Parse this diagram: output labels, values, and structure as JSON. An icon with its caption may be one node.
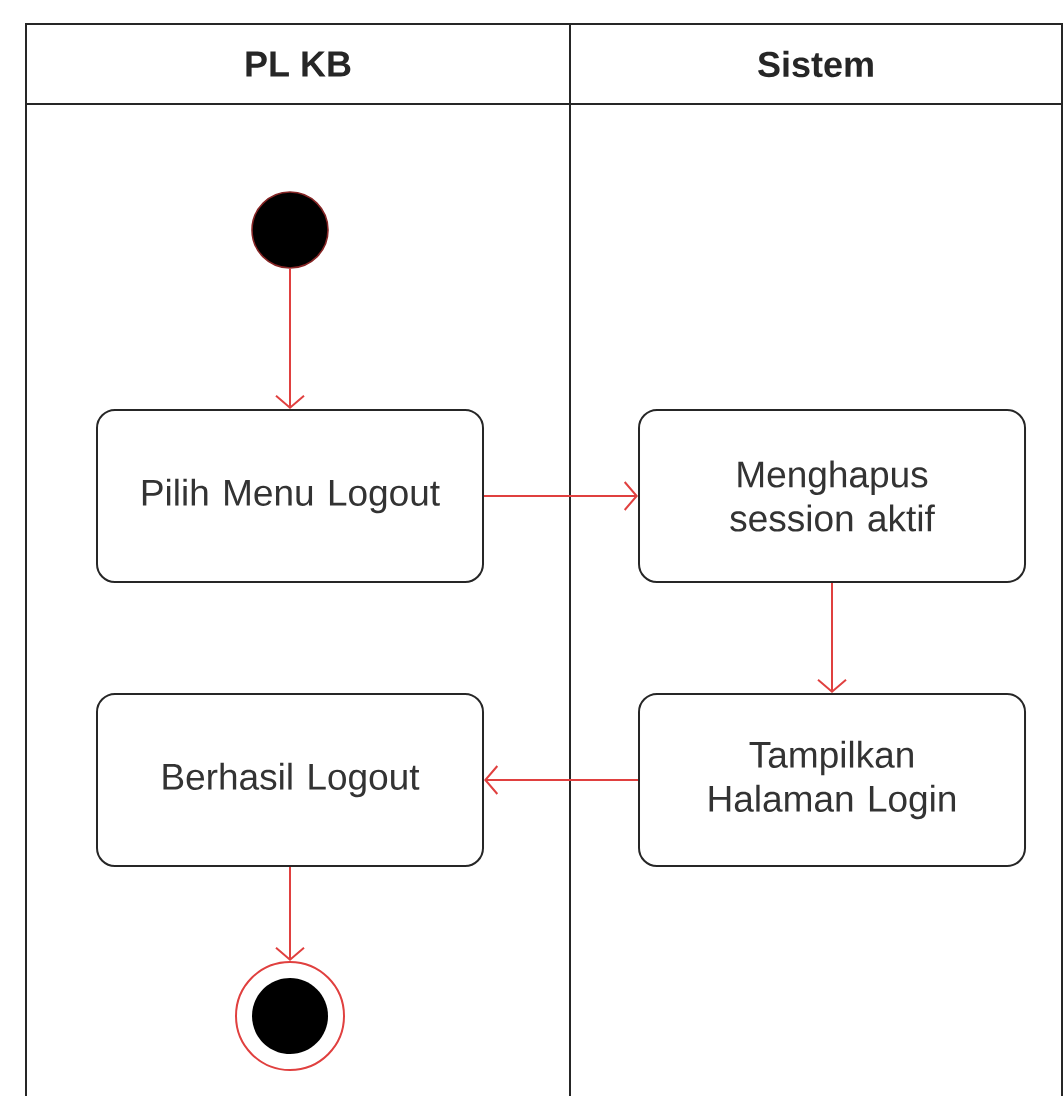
{
  "diagram": {
    "nodes": [
      {
        "text": [
          "PL KB"
        ]
      },
      {
        "text": [
          "Sistem"
        ]
      },
      {
        "text": [],
        "shape": "circle",
        "in": 0
      },
      {
        "text": [
          "Pilih Menu Logout"
        ],
        "in": 0
      },
      {
        "text": [
          "Menghapus session aktif"
        ],
        "in": 1
      },
      {
        "text": [
          "Tampilkan Halaman Login"
        ],
        "in": 1
      },
      {
        "text": [
          "Berhasil Logout"
        ],
        "in": 0
      },
      {
        "text": [],
        "shape": "bullseye",
        "in": 0
      }
    ],
    "edges": [
      {
        "from": 2,
        "to": 3,
        "arrow": "to"
      },
      {
        "from": 3,
        "to": 4,
        "arrow": "to"
      },
      {
        "from": 4,
        "to": 5,
        "arrow": "to"
      },
      {
        "from": 5,
        "to": 6,
        "arrow": "to"
      },
      {
        "from": 6,
        "to": 7,
        "arrow": "to"
      }
    ]
  }
}
